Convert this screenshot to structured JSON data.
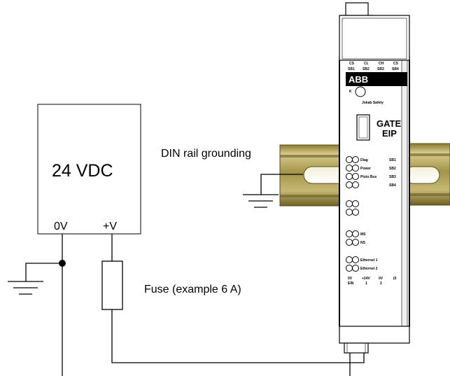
{
  "power_supply": {
    "voltage": "24 VDC",
    "terminal_0v": "0V",
    "terminal_pos": "+V"
  },
  "labels": {
    "din_rail_grounding": "DIN rail grounding",
    "fuse": "Fuse (example 6 A)"
  },
  "module": {
    "top_labels": [
      "CS",
      "CL",
      "CH",
      "CS"
    ],
    "top_sublabels": [
      "SB1",
      "SB2",
      "SB3",
      "SB4"
    ],
    "brand": "ABB",
    "k_label": "K",
    "company": "Jokab Safety",
    "model_line1": "GATE",
    "model_line2": "EIP",
    "led_rows": [
      {
        "label": "Diag",
        "right": "SB1"
      },
      {
        "label": "Power",
        "right": "SB2"
      },
      {
        "label": "Pluto Bus",
        "right": "SB3"
      },
      {
        "label": "",
        "right": "SB4"
      }
    ],
    "ms_label": "MS",
    "ns_label": "NS",
    "ethernet1": "Ethernet 1",
    "ethernet2": "Ethernet 2",
    "terminals": [
      "0V",
      "+24V",
      "0V",
      "(0"
    ],
    "terminal_sub": [
      "EIN",
      "1",
      "2"
    ]
  },
  "colors": {
    "rail": "#9a8a3e",
    "rail_dark": "#6d5f22",
    "rail_light": "#d6c987",
    "line": "#000000",
    "label_bar": "#000000"
  }
}
